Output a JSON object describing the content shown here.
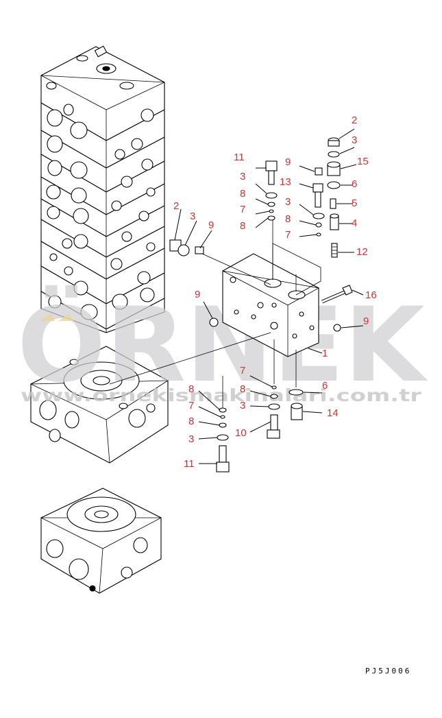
{
  "diagram": {
    "drawing_code": "PJ5J006",
    "watermark": {
      "brand": "ÖRNEK",
      "url": "www.ornekismakinalari.com.tr"
    },
    "callouts": {
      "c_2_top": "2",
      "c_3_top": "3",
      "c_15": "15",
      "c_6_top": "6",
      "c_5": "5",
      "c_4": "4",
      "c_12": "12",
      "c_16": "16",
      "c_9_right": "9",
      "c_1": "1",
      "c_6_bottom": "6",
      "c_14": "14",
      "c_11_top": "11",
      "c_3_a": "3",
      "c_8_a": "8",
      "c_7_a": "7",
      "c_8_b": "8",
      "c_9_top": "9",
      "c_13": "13",
      "c_3_b": "3",
      "c_8_c": "8",
      "c_7_b": "7",
      "c_2_left": "2",
      "c_3_left": "3",
      "c_9_left": "9",
      "c_9_mid": "9",
      "c_7_c": "7",
      "c_8_d": "8",
      "c_3_c": "3",
      "c_10": "10",
      "c_8_e": "8",
      "c_7_d": "7",
      "c_8_f": "8",
      "c_3_d": "3",
      "c_11_bottom": "11"
    }
  }
}
